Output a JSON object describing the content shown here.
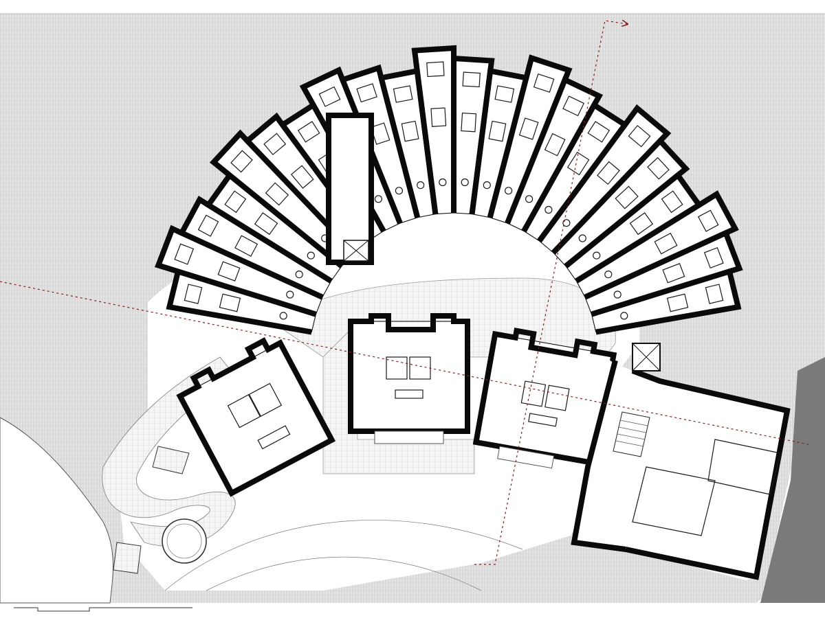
{
  "drawing": {
    "type": "architectural floor plan",
    "colors": {
      "ground_hatch": "#d9d9d9",
      "wall": "#0a0a0a",
      "interior": "#ffffff",
      "section_line": "#8b1a1a",
      "site_edge": "#7a7a7a",
      "paving_grid": "#b5b5b5"
    },
    "counts": {
      "perimeter_rooms": 22,
      "pavilions": 3,
      "stair_cores": 2
    },
    "icons": [
      "section-arrow-icon",
      "bed-icon",
      "chair-icon",
      "table-icon",
      "elevator-icon",
      "stair-icon"
    ]
  }
}
